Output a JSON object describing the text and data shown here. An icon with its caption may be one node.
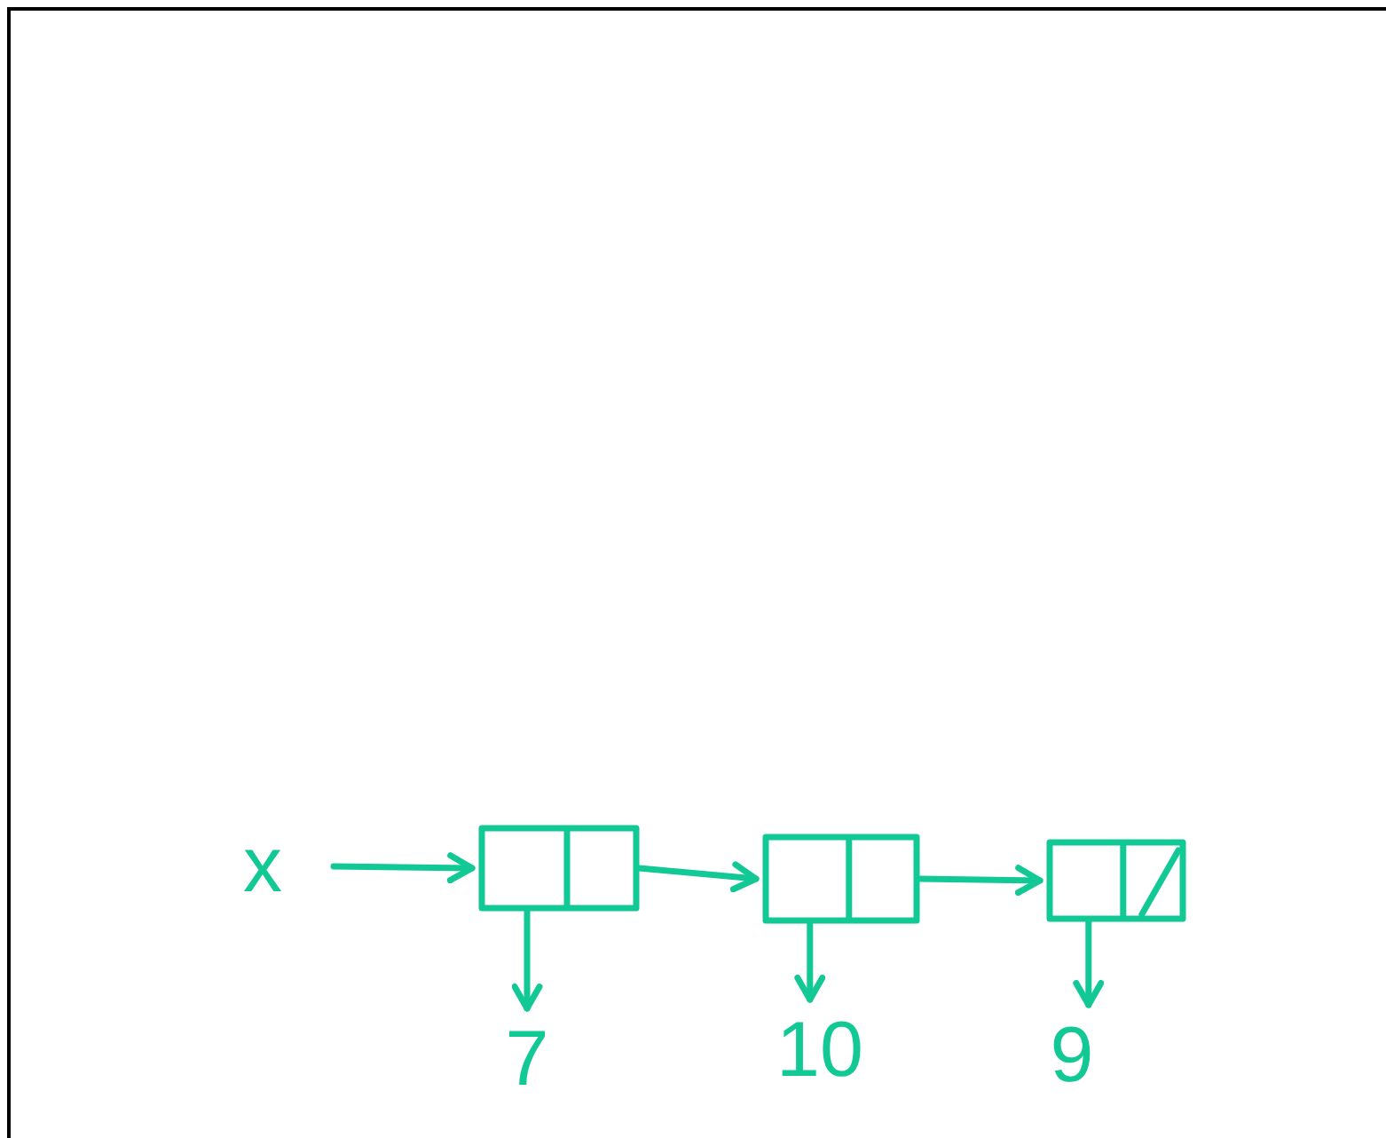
{
  "diagram": {
    "nodes": [
      {
        "text": [
          "x"
        ]
      },
      {
        "text": [],
        "shape": "box"
      },
      {
        "text": [],
        "shape": "box"
      },
      {
        "text": [],
        "shape": "box"
      },
      {
        "text": [
          "7"
        ]
      },
      {
        "text": [
          "10"
        ]
      },
      {
        "text": [
          "9"
        ]
      }
    ],
    "edges": [
      {
        "from": 0,
        "to": 1,
        "arrow": "to"
      },
      {
        "from": 1,
        "to": 2,
        "arrow": "to"
      },
      {
        "from": 2,
        "to": 3,
        "arrow": "to"
      },
      {
        "from": 1,
        "to": 4,
        "arrow": "to"
      },
      {
        "from": 2,
        "to": 5,
        "arrow": "to"
      },
      {
        "from": 3,
        "to": 6,
        "arrow": "to"
      }
    ]
  }
}
